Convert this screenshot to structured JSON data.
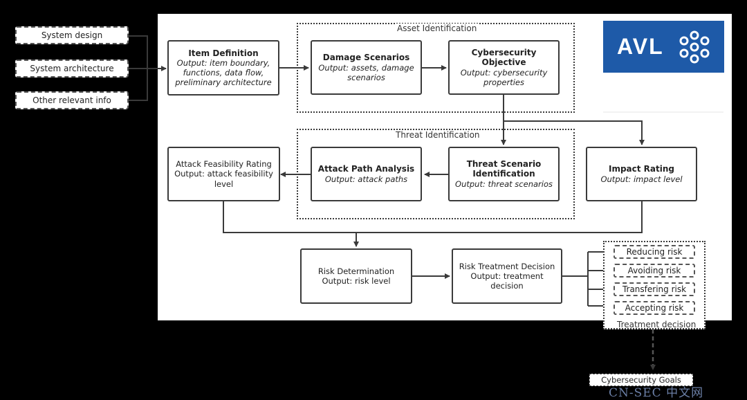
{
  "inputs": [
    "System design",
    "System architecture",
    "Other relevant info"
  ],
  "groups": {
    "asset": "Asset Identification",
    "threat": "Threat Identification",
    "treatment": "Treatment decision"
  },
  "boxes": {
    "item_definition": {
      "title": "Item Definition",
      "output": "Output: item boundary, functions, data flow, preliminary architecture"
    },
    "damage_scenarios": {
      "title": "Damage Scenarios",
      "output": "Output: assets, damage scenarios"
    },
    "cyber_objective": {
      "title": "Cybersecurity Objective",
      "output": "Output: cybersecurity properties"
    },
    "attack_feasibility": {
      "title": "Attack Feasibility Rating",
      "output": "Output: attack feasibility level"
    },
    "attack_path": {
      "title": "Attack Path Analysis",
      "output": "Output: attack paths"
    },
    "threat_scenario": {
      "title": "Threat Scenario Identification",
      "output": "Output: threat scenarios"
    },
    "impact_rating": {
      "title": "Impact Rating",
      "output": "Output: impact level"
    },
    "risk_determination": {
      "title": "Risk Determination",
      "output": "Output: risk level"
    },
    "risk_treatment": {
      "title": "Risk Treatment Decision",
      "output": "Output: treatment decision"
    }
  },
  "treatments": [
    "Reducing risk",
    "Avoiding risk",
    "Transfering risk",
    "Accepting risk"
  ],
  "goal": "Cybersecurity Goals",
  "logo": "AVL",
  "watermark": "CN-SEC 中文网",
  "colors": {
    "logo_bg": "#1e5aa8",
    "line": "#3a3a3a"
  }
}
